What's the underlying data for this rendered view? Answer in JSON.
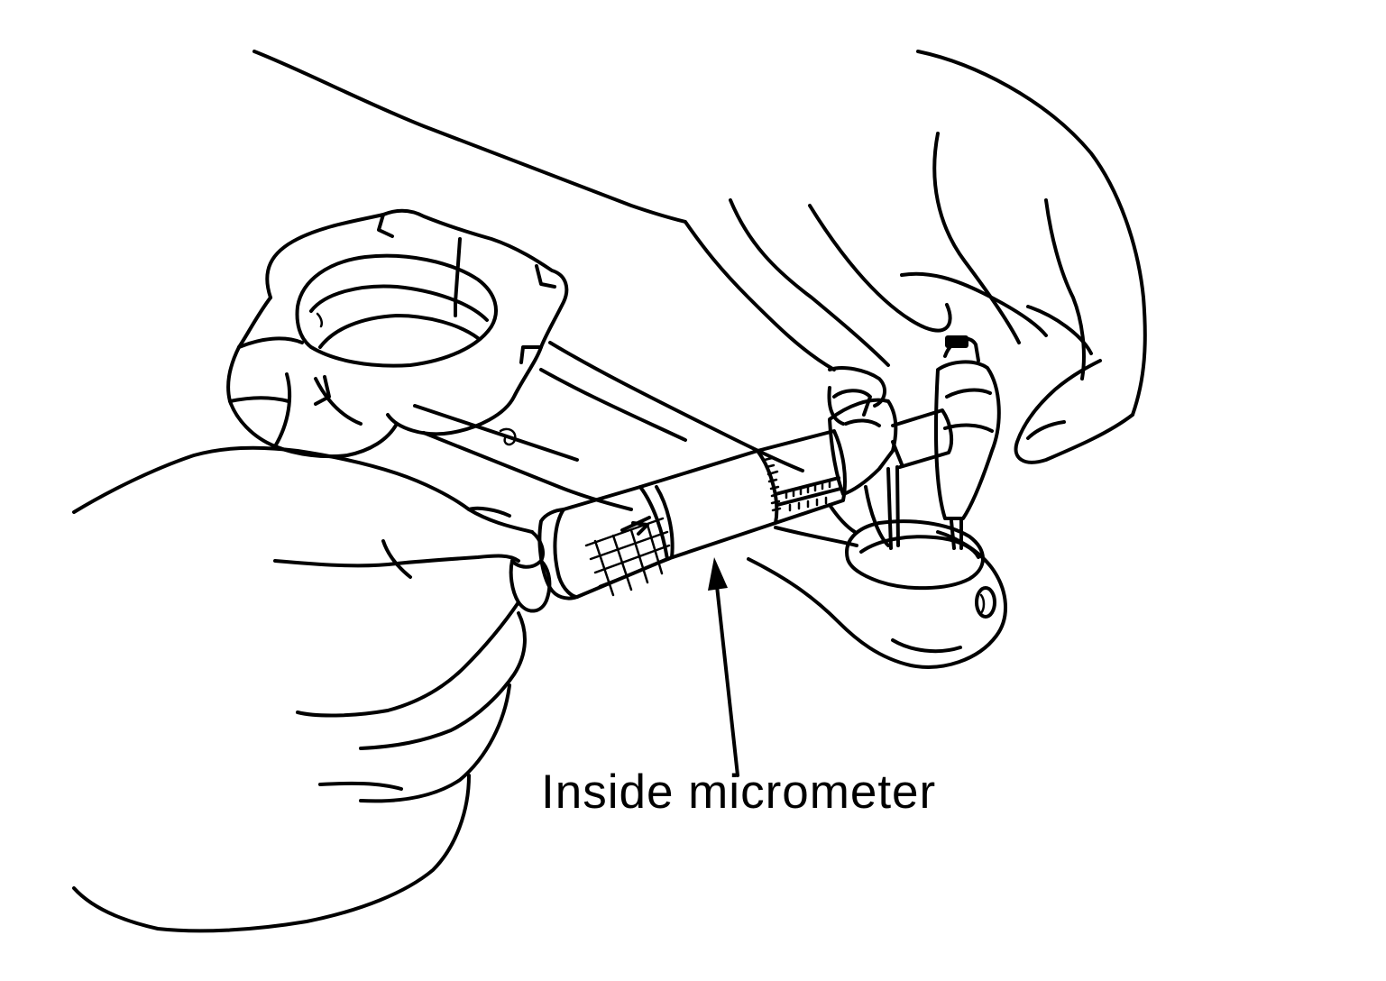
{
  "callout": {
    "label": "Inside micrometer"
  },
  "colors": {
    "ink": "#000000",
    "background": "#ffffff"
  },
  "parts": [
    "connecting-rod",
    "inside-micrometer",
    "left-hand",
    "right-hand"
  ]
}
